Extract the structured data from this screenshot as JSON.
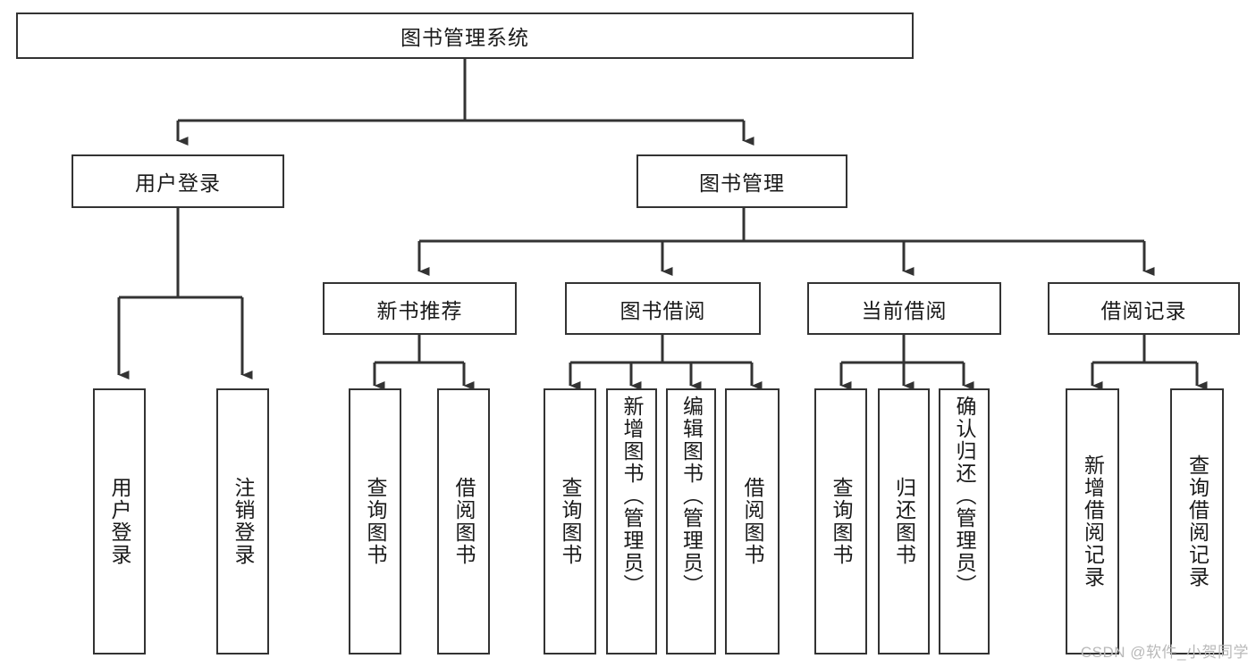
{
  "diagram": {
    "type": "tree-hierarchy",
    "title": "图书管理系统",
    "root": {
      "label": "图书管理系统"
    },
    "level2": [
      {
        "label": "用户登录"
      },
      {
        "label": "图书管理"
      }
    ],
    "level3": [
      {
        "label": "新书推荐"
      },
      {
        "label": "图书借阅"
      },
      {
        "label": "当前借阅"
      },
      {
        "label": "借阅记录"
      }
    ],
    "leaves": {
      "user_login": [
        {
          "label": "用户登录"
        },
        {
          "label": "注销登录"
        }
      ],
      "new_book_recommend": [
        {
          "label": "查询图书"
        },
        {
          "label": "借阅图书"
        }
      ],
      "book_borrow": [
        {
          "label": "查询图书"
        },
        {
          "label": "新增图书（管理员）"
        },
        {
          "label": "编辑图书（管理员）"
        },
        {
          "label": "借阅图书"
        }
      ],
      "current_borrow": [
        {
          "label": "查询图书"
        },
        {
          "label": "归还图书"
        },
        {
          "label": "确认归还（管理员）"
        }
      ],
      "borrow_records": [
        {
          "label": "新增借阅记录"
        },
        {
          "label": "查询借阅记录"
        }
      ]
    }
  },
  "watermark": {
    "text": "CSDN @软件_小贺同学"
  },
  "colors": {
    "stroke": "#333333",
    "background": "#ffffff",
    "text": "#1a1a1a",
    "watermark": "#b9b9b9"
  }
}
